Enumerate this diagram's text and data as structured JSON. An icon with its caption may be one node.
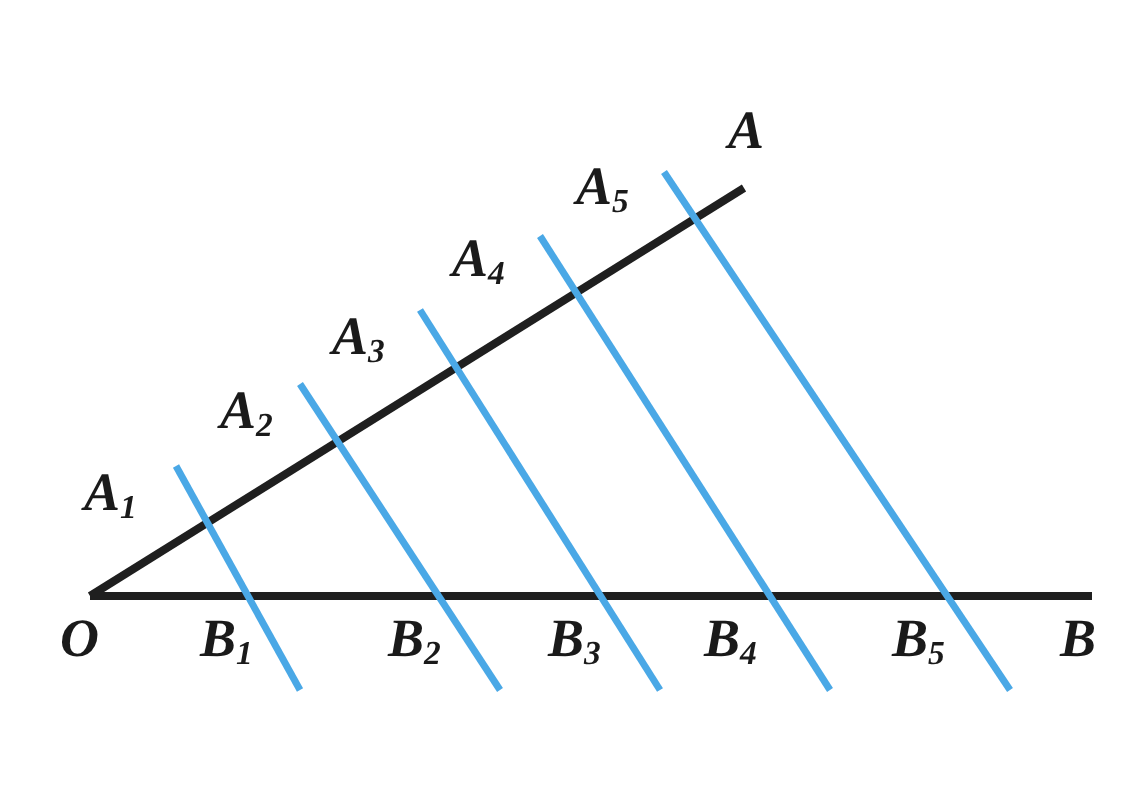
{
  "diagram": {
    "labels": [
      "A",
      "A$_{5}$",
      "A$_{4}$",
      "A$_{3}$",
      "A$_{2}$",
      "A$_{1}$",
      "O",
      "B$_{1}$",
      "B$_{2}$",
      "B$_{3}$",
      "B$_{4}$",
      "B$_{5}$",
      "B"
    ]
  }
}
